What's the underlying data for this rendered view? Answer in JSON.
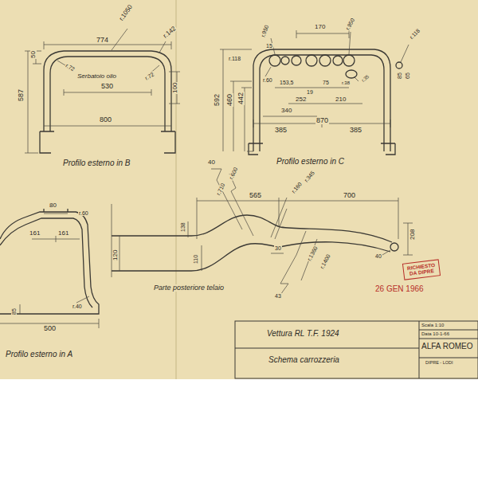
{
  "diagram": {
    "nodes": [
      {
        "text": [
          "RICHIESTO DA DIPRE"
        ]
      }
    ],
    "labels": [
      "774",
      "50",
      "r.1050",
      "r.142",
      "587",
      "r.72",
      "r.72",
      "Serbatoio olio",
      "100",
      "530",
      "800",
      "Profilo esterno in B",
      "r.950",
      "15",
      "170",
      "r.950",
      "r.118",
      "r.118",
      "r.60",
      "592",
      "460",
      "442",
      "19",
      "153,5",
      "75",
      "252",
      "210",
      "340",
      "r.35",
      "r.38",
      "85",
      "65",
      "870",
      "385",
      "385",
      "Profilo esterno in C",
      "80",
      "r.60",
      "161",
      "161",
      "85",
      "r.40",
      "500",
      "Profilo esterno in A",
      "40",
      "r.600",
      "r.710",
      "565",
      "r.160",
      "r.345",
      "700",
      "138",
      "120",
      "110",
      "30",
      "r.1360",
      "r.1400",
      "208",
      "40",
      "43",
      "Parte posteriore telaio",
      "26 GEN 1966",
      "Vettura RL T.F. 1924",
      "Scala 1:10",
      "Data 10-1-66",
      "ALFA ROMEO",
      "Schema carrozzeria",
      "DIPRE - LODI"
    ]
  }
}
